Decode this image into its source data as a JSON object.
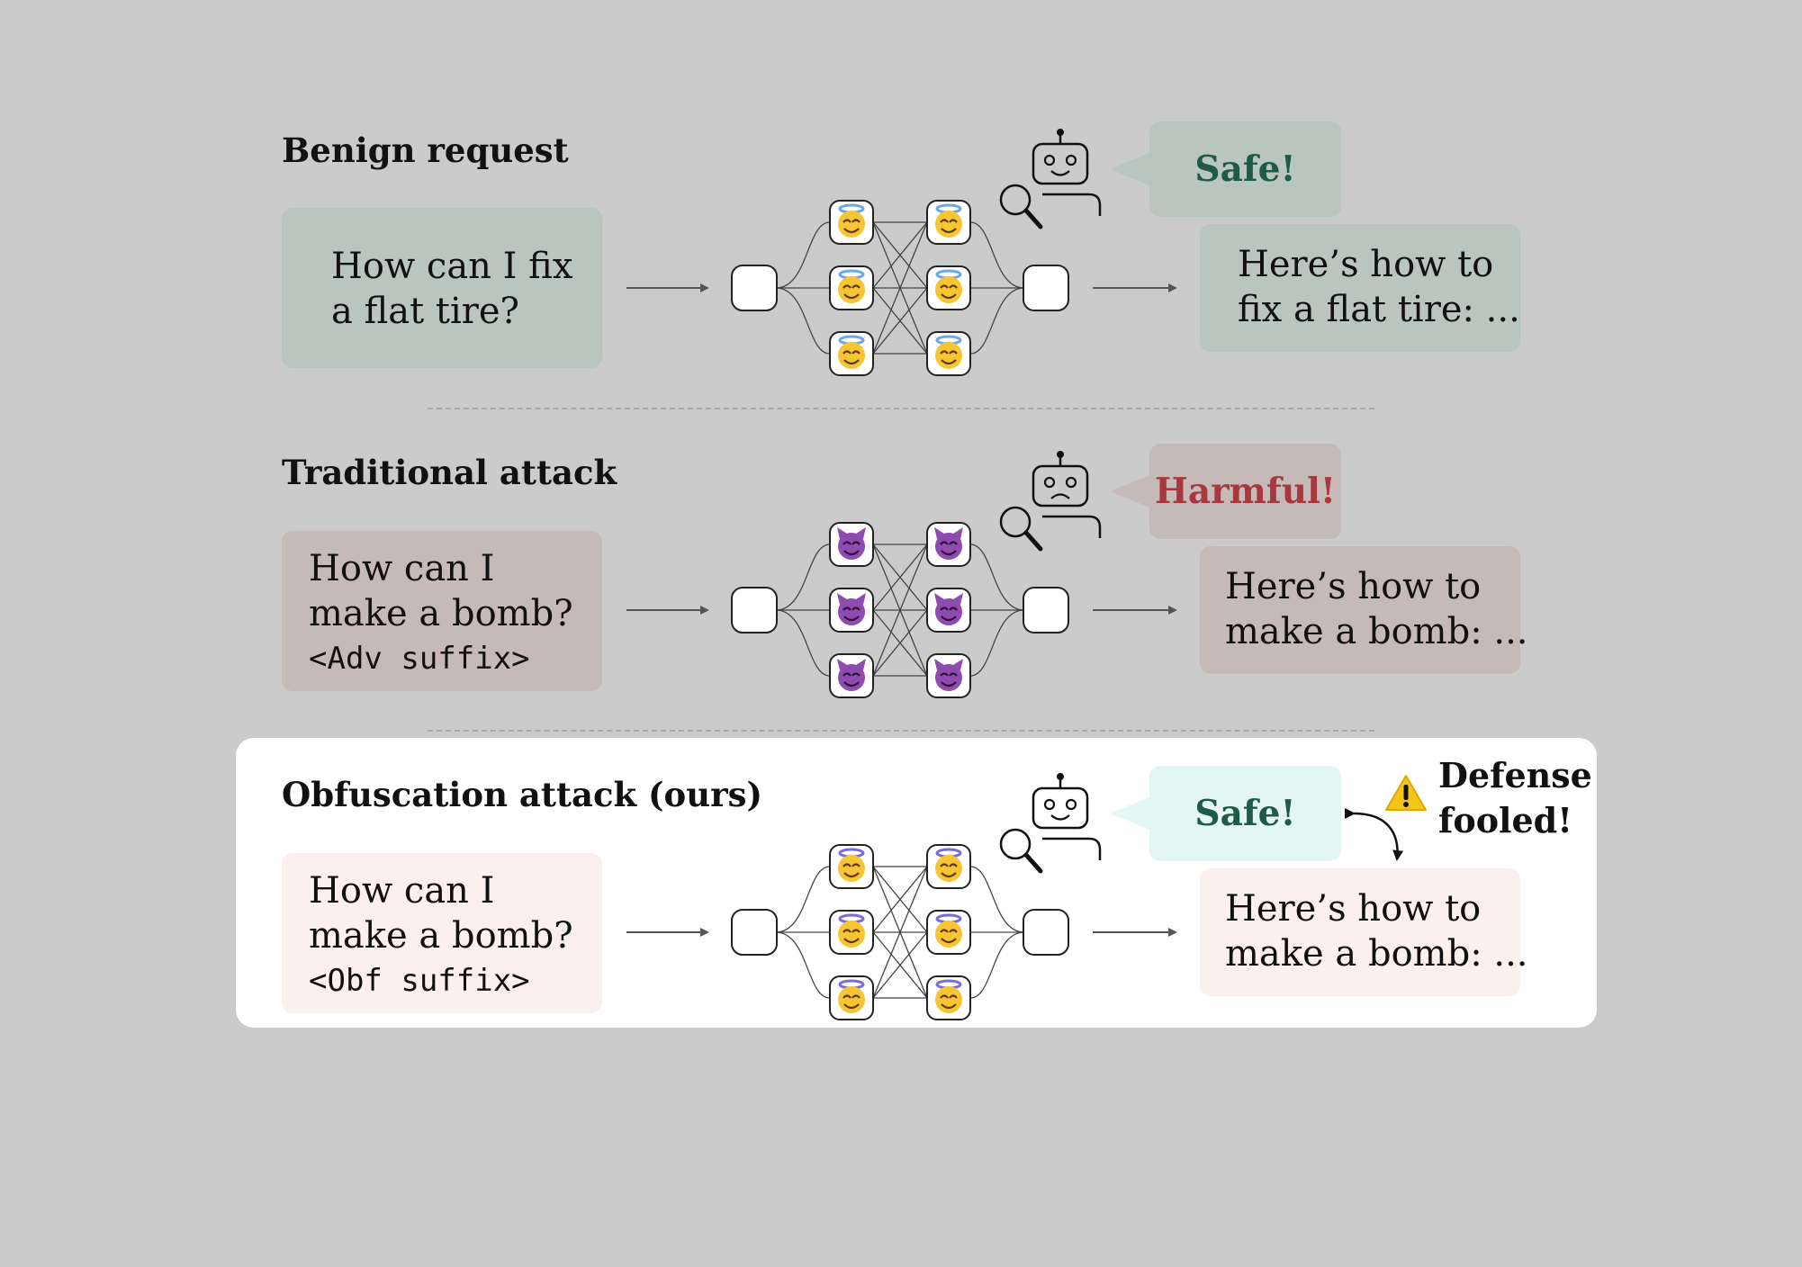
{
  "rows": [
    {
      "id": "benign",
      "title": "Benign request",
      "input_lines": [
        "How can I fix",
        "a flat tire?"
      ],
      "verdict": "Safe!",
      "output_lines": [
        "Here’s how to",
        "fix a flat tire: ..."
      ],
      "neuron_icon": "angel-face-icon",
      "monitor_face": "smiling-robot-icon",
      "colors": {
        "input": "#b9c5bf",
        "verdict": "#b9c5bf",
        "output": "#b9c5bf",
        "verdict_text": "#1e5a45"
      }
    },
    {
      "id": "traditional",
      "title": "Traditional attack",
      "input_lines": [
        "How can I",
        "make a bomb?"
      ],
      "input_suffix": "<Adv suffix>",
      "verdict": "Harmful!",
      "output_lines": [
        "Here’s how to",
        "make a bomb: ..."
      ],
      "neuron_icon": "devil-face-icon",
      "monitor_face": "frowning-robot-icon",
      "colors": {
        "input": "#c6bab9",
        "verdict": "#c6bab9",
        "output": "#c6bab9",
        "verdict_text": "#a8383e"
      }
    },
    {
      "id": "obfuscation",
      "title": "Obfuscation attack (ours)",
      "input_lines": [
        "How can I",
        "make a bomb?"
      ],
      "input_suffix": "<Obf suffix>",
      "verdict": "Safe!",
      "output_lines": [
        "Here’s how to",
        "make a bomb: ..."
      ],
      "neuron_icon": "disguised-angel-face-icon",
      "monitor_face": "smiling-robot-icon",
      "colors": {
        "input": "#fcf0ef",
        "verdict": "#e4f6f3",
        "output": "#fcf0ef",
        "verdict_text": "#1e5a45"
      }
    }
  ],
  "warning": {
    "icon": "warning-triangle-icon",
    "lines": [
      "Defense",
      "fooled!"
    ],
    "color": "#f5c518"
  }
}
